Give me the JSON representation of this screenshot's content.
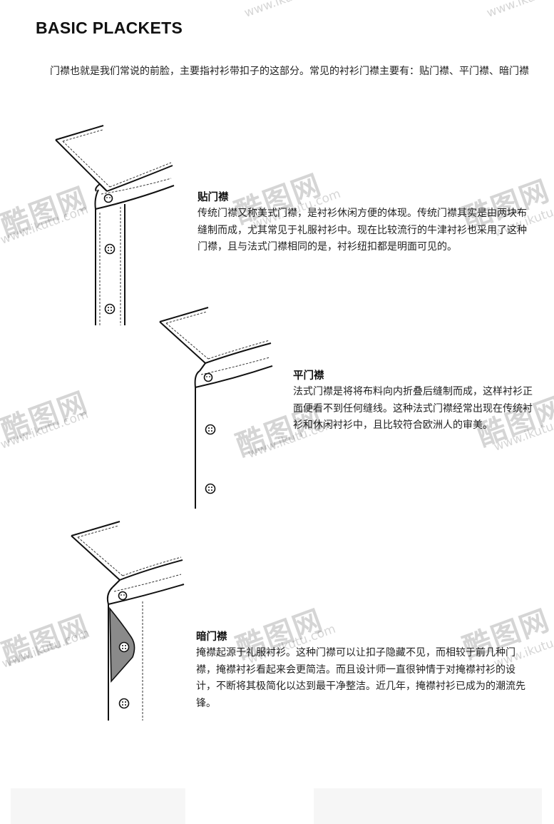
{
  "page_title": "BASIC PLACKETS",
  "intro": "门襟也就是我们常说的前脸，主要指衬衫带扣子的这部分。常见的衬衫门襟主要有：贴门襟、平门襟、暗门襟",
  "sections": [
    {
      "heading": "贴门襟",
      "body": "传统门襟又称美式门襟，是衬衫休闲方便的体现。传统门襟其实是由两块布缝制而成，尤其常见于礼服衬衫中。现在比较流行的牛津衬衫也采用了这种门襟，且与法式门襟相同的是，衬衫纽扣都是明面可见的。"
    },
    {
      "heading": "平门襟",
      "body": "法式门襟是将将布料向内折叠后缝制而成，这样衬衫正面便看不到任何缝线。这种法式门襟经常出现在传统衬衫和休闲衬衫中，且比较符合欧洲人的审美。"
    },
    {
      "heading": "暗门襟",
      "body": "掩襟起源于礼服衬衫。这种门襟可以让扣子隐藏不见，而相较于前几种门襟，掩襟衬衫看起来会更简洁。而且设计师一直很钟情于对掩襟衬衫的设计，不断将其极简化以达到最干净整洁。近几年，掩襟衬衫已成为的潮流先锋。"
    }
  ],
  "watermark": {
    "logo": "酷图网",
    "url": "www.ikutu.com"
  }
}
